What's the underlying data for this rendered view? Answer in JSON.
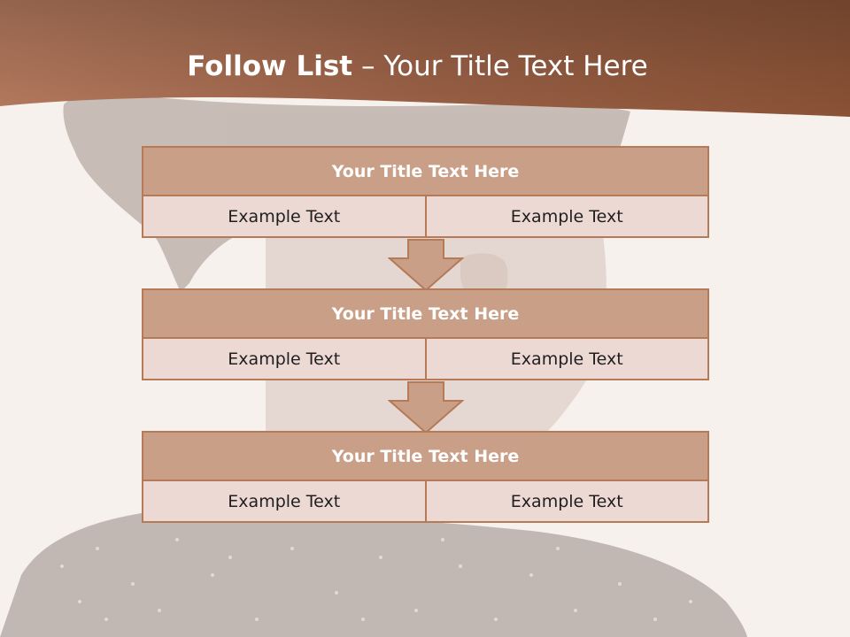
{
  "header": {
    "title_bold": "Follow List",
    "title_rest": " – Your Title Text Here"
  },
  "colors": {
    "header_band": "#a8694a",
    "block_title_fill": "#c99f87",
    "block_cell_fill": "#ecd9d4",
    "block_border": "#b57a58",
    "background": "#f7f1ee"
  },
  "blocks": [
    {
      "title": "Your Title Text Here",
      "left": "Example Text",
      "right": "Example Text"
    },
    {
      "title": "Your Title Text Here",
      "left": "Example Text",
      "right": "Example Text"
    },
    {
      "title": "Your Title Text Here",
      "left": "Example Text",
      "right": "Example Text"
    }
  ],
  "icons": [
    "down-arrow-icon",
    "down-arrow-icon"
  ]
}
